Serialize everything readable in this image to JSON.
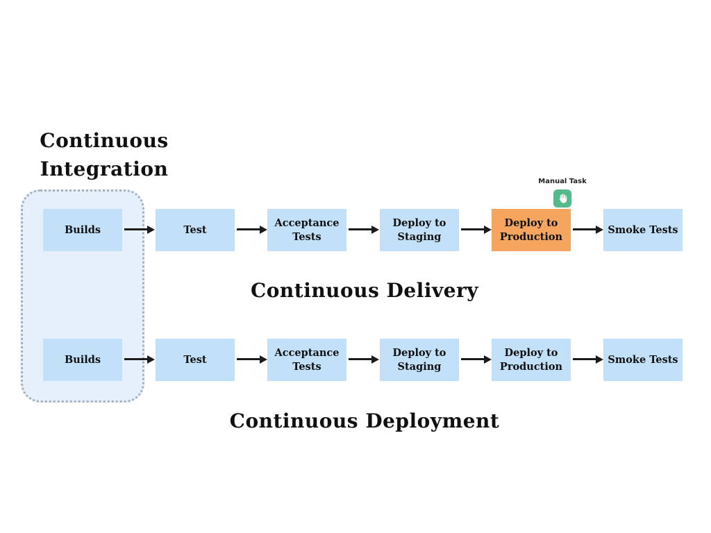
{
  "colors": {
    "box_blue": "#c2e0f8",
    "box_orange": "#f5a55e",
    "container_fill": "#e6effc",
    "container_border": "#a7b1bc",
    "arrow": "#1b1b1b",
    "icon_green": "#55ba8b",
    "icon_glyph": "#ffffff",
    "text": "#101010"
  },
  "ci": {
    "title": "Continuous Integration"
  },
  "sections": {
    "delivery": {
      "title": "Continuous Delivery",
      "stages": [
        "Builds",
        "Test",
        "Acceptance Tests",
        "Deploy to Staging",
        "Deploy to Production",
        "Smoke Tests"
      ],
      "manual_stage": "Deploy to Production"
    },
    "deployment": {
      "title": "Continuous Deployment",
      "stages": [
        "Builds",
        "Test",
        "Acceptance Tests",
        "Deploy to Staging",
        "Deploy to Production",
        "Smoke Tests"
      ]
    }
  },
  "manual_task": {
    "label": "Manual Task",
    "icon": "raised-hand-icon"
  }
}
